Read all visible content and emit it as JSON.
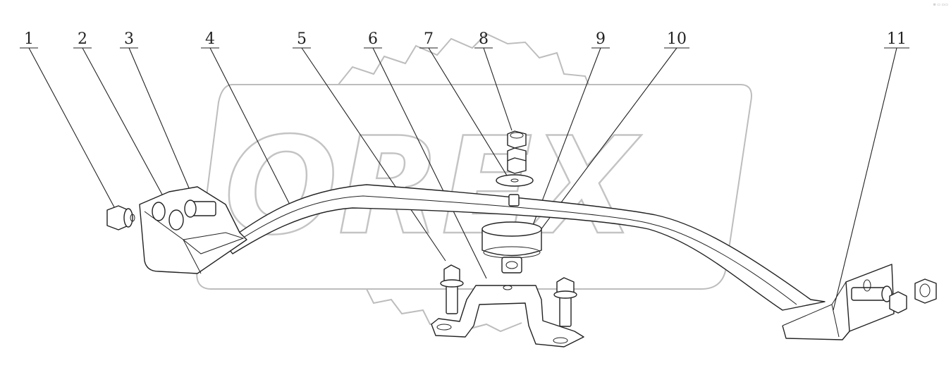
{
  "diagram": {
    "callouts": [
      "1",
      "2",
      "3",
      "4",
      "5",
      "6",
      "7",
      "8",
      "9",
      "10",
      "11"
    ],
    "watermark": "OREX",
    "corner_mark": "≡ ▭ ▭▭"
  }
}
